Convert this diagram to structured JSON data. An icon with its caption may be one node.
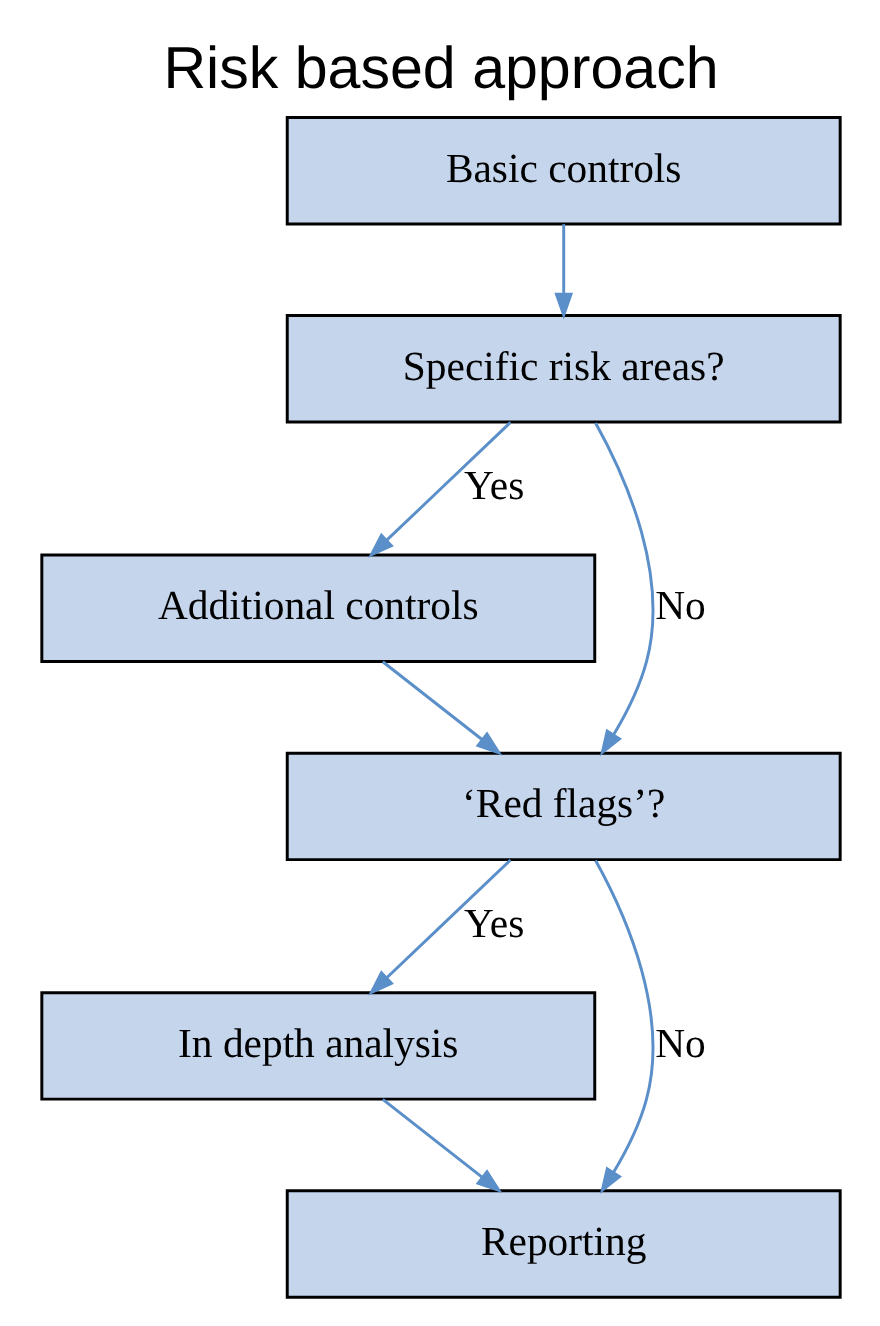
{
  "diagram": {
    "title": "Risk based approach",
    "nodes": [
      {
        "text": [
          "Basic controls"
        ]
      },
      {
        "text": [
          "Specific risk areas?"
        ]
      },
      {
        "text": [
          "Additional controls"
        ]
      },
      {
        "text": [
          "‘Red flags’?"
        ]
      },
      {
        "text": [
          "In depth analysis"
        ]
      },
      {
        "text": [
          "Reporting"
        ]
      }
    ],
    "edges": [
      {
        "from": 0,
        "to": 1,
        "arrow": "to"
      },
      {
        "from": 1,
        "to": 2,
        "arrow": "to",
        "label": "Yes"
      },
      {
        "from": 1,
        "to": 3,
        "arrow": "to",
        "label": "No"
      },
      {
        "from": 2,
        "to": 3,
        "arrow": "to"
      },
      {
        "from": 3,
        "to": 4,
        "arrow": "to",
        "label": "Yes"
      },
      {
        "from": 3,
        "to": 5,
        "arrow": "to",
        "label": "No"
      },
      {
        "from": 4,
        "to": 5,
        "arrow": "to"
      }
    ]
  }
}
